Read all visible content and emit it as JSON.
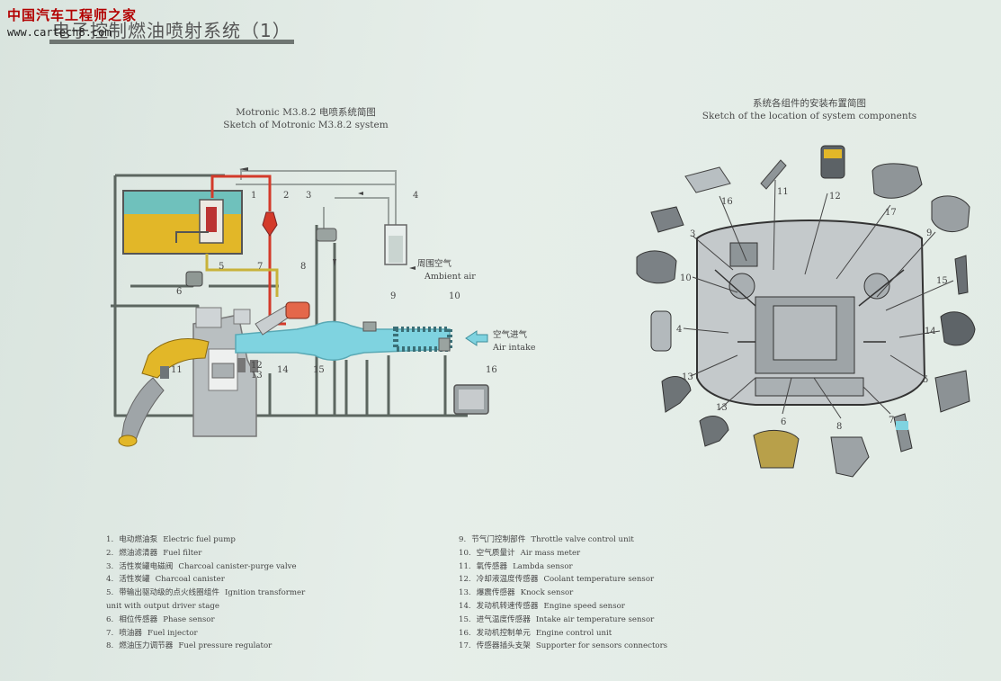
{
  "watermark": {
    "cn": "中国汽车工程师之家",
    "url": "www.cartech8.com"
  },
  "page_title": "电子控制燃油喷射系统（1）",
  "left_caption": {
    "line1": "Motronic M3.8.2 电喷系统简图",
    "line2": "Sketch of Motronic M3.8.2 system"
  },
  "right_caption": {
    "line1": "系统各组件的安装布置简图",
    "line2": "Sketch of the location of system components"
  },
  "diagram_labels": {
    "ambient_cn": "周围空气",
    "ambient_en": "Ambient air",
    "intake_cn": "空气进气",
    "intake_en": "Air intake",
    "n1": "1",
    "n2": "2",
    "n3": "3",
    "n4": "4",
    "n5": "5",
    "n6": "6",
    "n7": "7",
    "n8": "8",
    "n9": "9",
    "n10": "10",
    "n11": "11",
    "n12": "12",
    "n13": "13",
    "n14": "14",
    "n15": "15",
    "n16": "16",
    "n17": "17"
  },
  "legend_left": [
    {
      "num": "1.",
      "cn": "电动燃油泵",
      "en": "Electric fuel pump"
    },
    {
      "num": "2.",
      "cn": "燃油滤清器",
      "en": "Fuel filter"
    },
    {
      "num": "3.",
      "cn": "活性炭罐电磁阀",
      "en": "Charcoal canister-purge valve"
    },
    {
      "num": "4.",
      "cn": "活性炭罐",
      "en": "Charcoal canister"
    },
    {
      "num": "5.",
      "cn": "带输出驱动级的点火线圈组件",
      "en": "Ignition transformer"
    },
    {
      "num": "",
      "cn": "",
      "en": "unit with output driver stage"
    },
    {
      "num": "6.",
      "cn": "相位传感器",
      "en": "Phase sensor"
    },
    {
      "num": "7.",
      "cn": "喷油器",
      "en": "Fuel injector"
    },
    {
      "num": "8.",
      "cn": "燃油压力调节器",
      "en": "Fuel pressure regulator"
    }
  ],
  "legend_right": [
    {
      "num": "9.",
      "cn": "节气门控制部件",
      "en": "Throttle valve control unit"
    },
    {
      "num": "10.",
      "cn": "空气质量计",
      "en": "Air mass meter"
    },
    {
      "num": "11.",
      "cn": "氧传感器",
      "en": "Lambda sensor"
    },
    {
      "num": "12.",
      "cn": "冷却液温度传感器",
      "en": "Coolant temperature sensor"
    },
    {
      "num": "13.",
      "cn": "爆震传感器",
      "en": "Knock sensor"
    },
    {
      "num": "14.",
      "cn": "发动机转速传感器",
      "en": "Engine speed sensor"
    },
    {
      "num": "15.",
      "cn": "进气温度传感器",
      "en": "Intake air temperature sensor"
    },
    {
      "num": "16.",
      "cn": "发动机控制单元",
      "en": "Engine control unit"
    },
    {
      "num": "17.",
      "cn": "传感器插头支架",
      "en": "Supporter for sensors connectors"
    }
  ],
  "colors": {
    "fuel": "#e2b728",
    "tank_water": "#5bc3d6",
    "intake": "#7fd3e0",
    "fuel_line": "#d33a2a",
    "pipe": "#5c6660"
  }
}
